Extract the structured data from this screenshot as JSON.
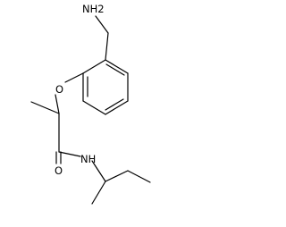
{
  "molecule": {
    "atoms": {
      "nh2": "NH2",
      "ether_o": "O",
      "carbonyl_o": "O",
      "amide_nh": "NH"
    }
  }
}
